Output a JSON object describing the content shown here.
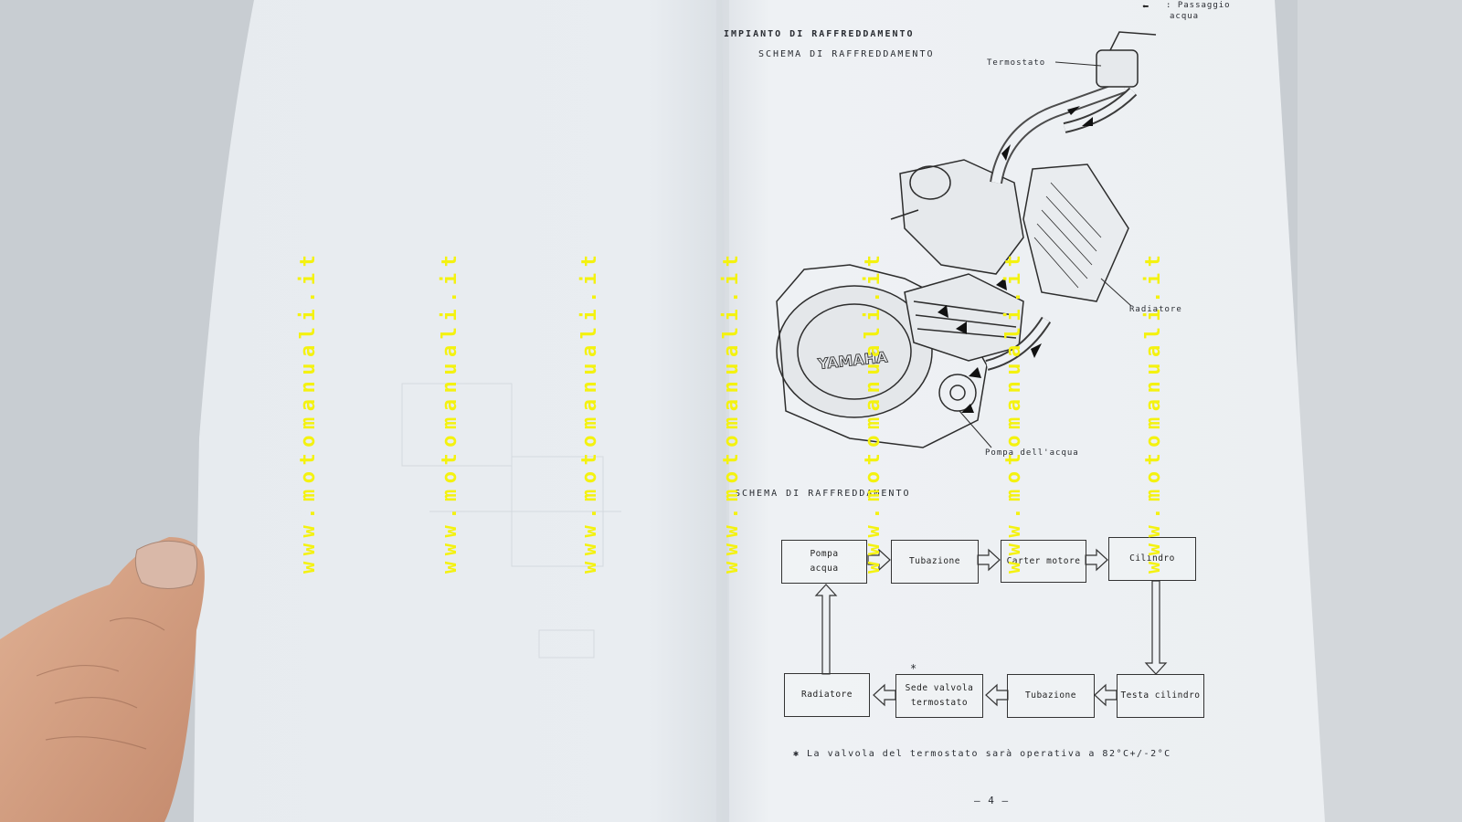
{
  "manual": {
    "section_title": "IMPIANTO DI RAFFREDDAMENTO",
    "subtitle": "SCHEMA DI RAFFREDDAMENTO",
    "legend_text_line1": ": Passaggio",
    "legend_text_line2": "acqua",
    "labels": {
      "thermostat": "Termostato",
      "radiator": "Radiatore",
      "water_pump": "Pompa dell'acqua",
      "engine_brand": "YAMAHA"
    },
    "schema_title": "SCHEMA DI RAFFREDDAMENTO",
    "flow_boxes": {
      "pump_line1": "Pompa",
      "pump_line2": "acqua",
      "pipe1": "Tubazione",
      "crankcase": "Carter motore",
      "cylinder": "Cilindro",
      "head": "Testa cilindro",
      "pipe2": "Tubazione",
      "valve_line1": "Sede valvola",
      "valve_line2": "termostato",
      "radiator": "Radiatore",
      "asterisk": "*"
    },
    "footnote": "✱ La valvola del termostato sarà operativa a  82°C+/-2°C",
    "page_number": "— 4 —"
  },
  "watermark": "www.motomanuali.it",
  "colors": {
    "background": "#c9ced3",
    "paper": "#eef1f4",
    "watermark": "#f4f20f",
    "ink": "#2a2d33",
    "skin": "#d6a383"
  }
}
